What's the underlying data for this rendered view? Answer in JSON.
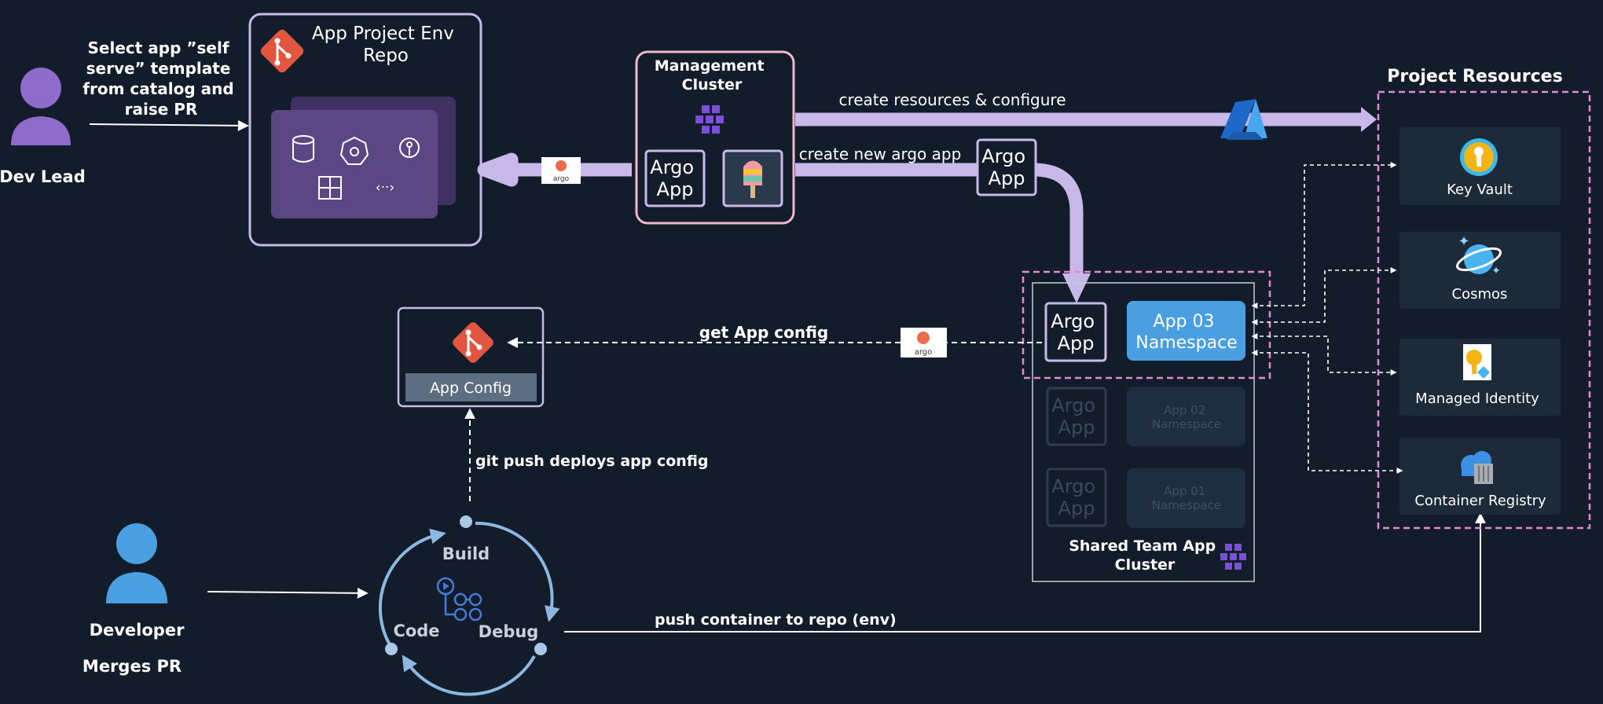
{
  "dev_lead": {
    "label": "Dev Lead",
    "action_lines": [
      "Select app ”self",
      "serve” template",
      "from catalog and",
      "raise PR"
    ]
  },
  "env_repo": {
    "title_lines": [
      "App Project Env",
      "Repo"
    ]
  },
  "mgmt_cluster": {
    "title_lines": [
      "Management",
      "Cluster"
    ],
    "argo_lines": [
      "Argo",
      "App"
    ]
  },
  "argo_badge": "argo",
  "edges": {
    "create_resources": "create resources & configure",
    "create_argo": "create new argo app",
    "get_config": "get App config",
    "git_push": "git push deploys app config",
    "push_container": "push container to repo (env)"
  },
  "floating_argo_lines": [
    "Argo",
    "App"
  ],
  "shared_cluster": {
    "title_lines": [
      "Shared Team App",
      "Cluster"
    ],
    "apps": [
      {
        "argo_lines": [
          "Argo",
          "App"
        ],
        "ns_lines": [
          "App 03",
          "Namespace"
        ],
        "active": true
      },
      {
        "argo_lines": [
          "Argo",
          "App"
        ],
        "ns_lines": [
          "App 02",
          "Namespace"
        ],
        "active": false
      },
      {
        "argo_lines": [
          "Argo",
          "App"
        ],
        "ns_lines": [
          "App 01",
          "Namespace"
        ],
        "active": false
      }
    ]
  },
  "app_config": {
    "label": "App Config"
  },
  "developer": {
    "label": "Developer",
    "sub": "Merges PR"
  },
  "cycle": {
    "build": "Build",
    "code": "Code",
    "debug": "Debug"
  },
  "project_resources": {
    "title": "Project Resources",
    "items": [
      {
        "label": "Key Vault",
        "icon": "key-vault-icon"
      },
      {
        "label": "Cosmos",
        "icon": "cosmos-db-icon"
      },
      {
        "label": "Managed Identity",
        "icon": "managed-identity-icon"
      },
      {
        "label": "Container Registry",
        "icon": "container-registry-icon"
      }
    ]
  },
  "colors": {
    "background": "#121c2b",
    "lavender": "#c9b8ea",
    "pink_dashed": "#e08ad6",
    "azure_blue": "#4a9fe0",
    "git_orange": "#e2553f"
  }
}
